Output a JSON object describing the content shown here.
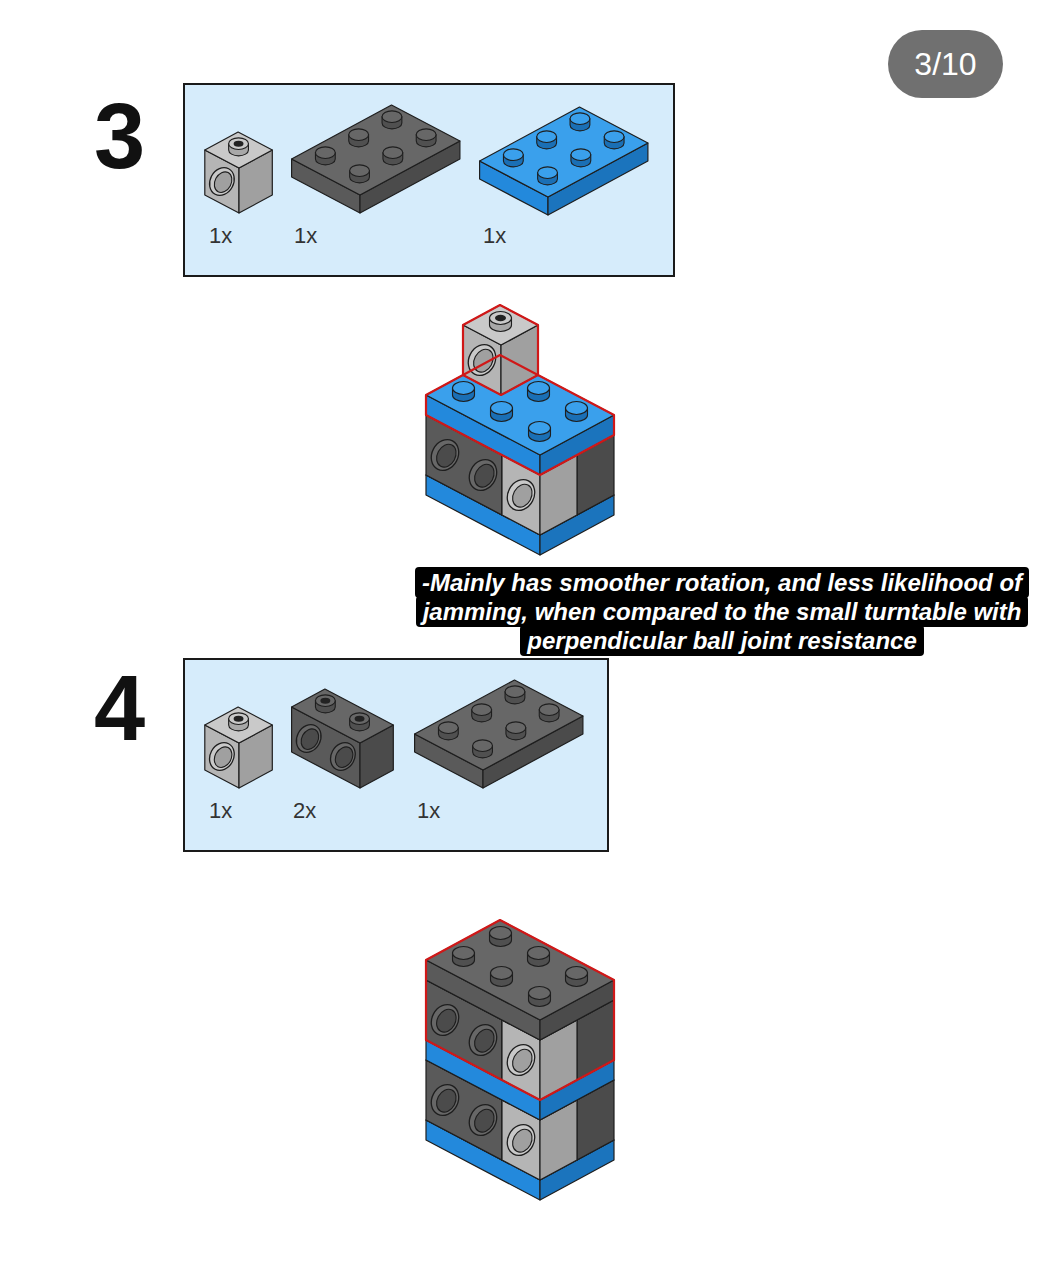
{
  "diagram": {
    "nodes": [
      {
        "text": [
          "3/10"
        ]
      },
      {
        "text": [
          "1x",
          "1x",
          "1x"
        ]
      },
      {
        "text": [
          "-Mainly has smoother rotation, and less likelihood of jamming, when compared to the small turntable with perpendicular ball joint resistance"
        ]
      },
      {
        "text": [
          "1x",
          "2x",
          "1x"
        ]
      }
    ],
    "labels": [
      "3",
      "4"
    ]
  }
}
